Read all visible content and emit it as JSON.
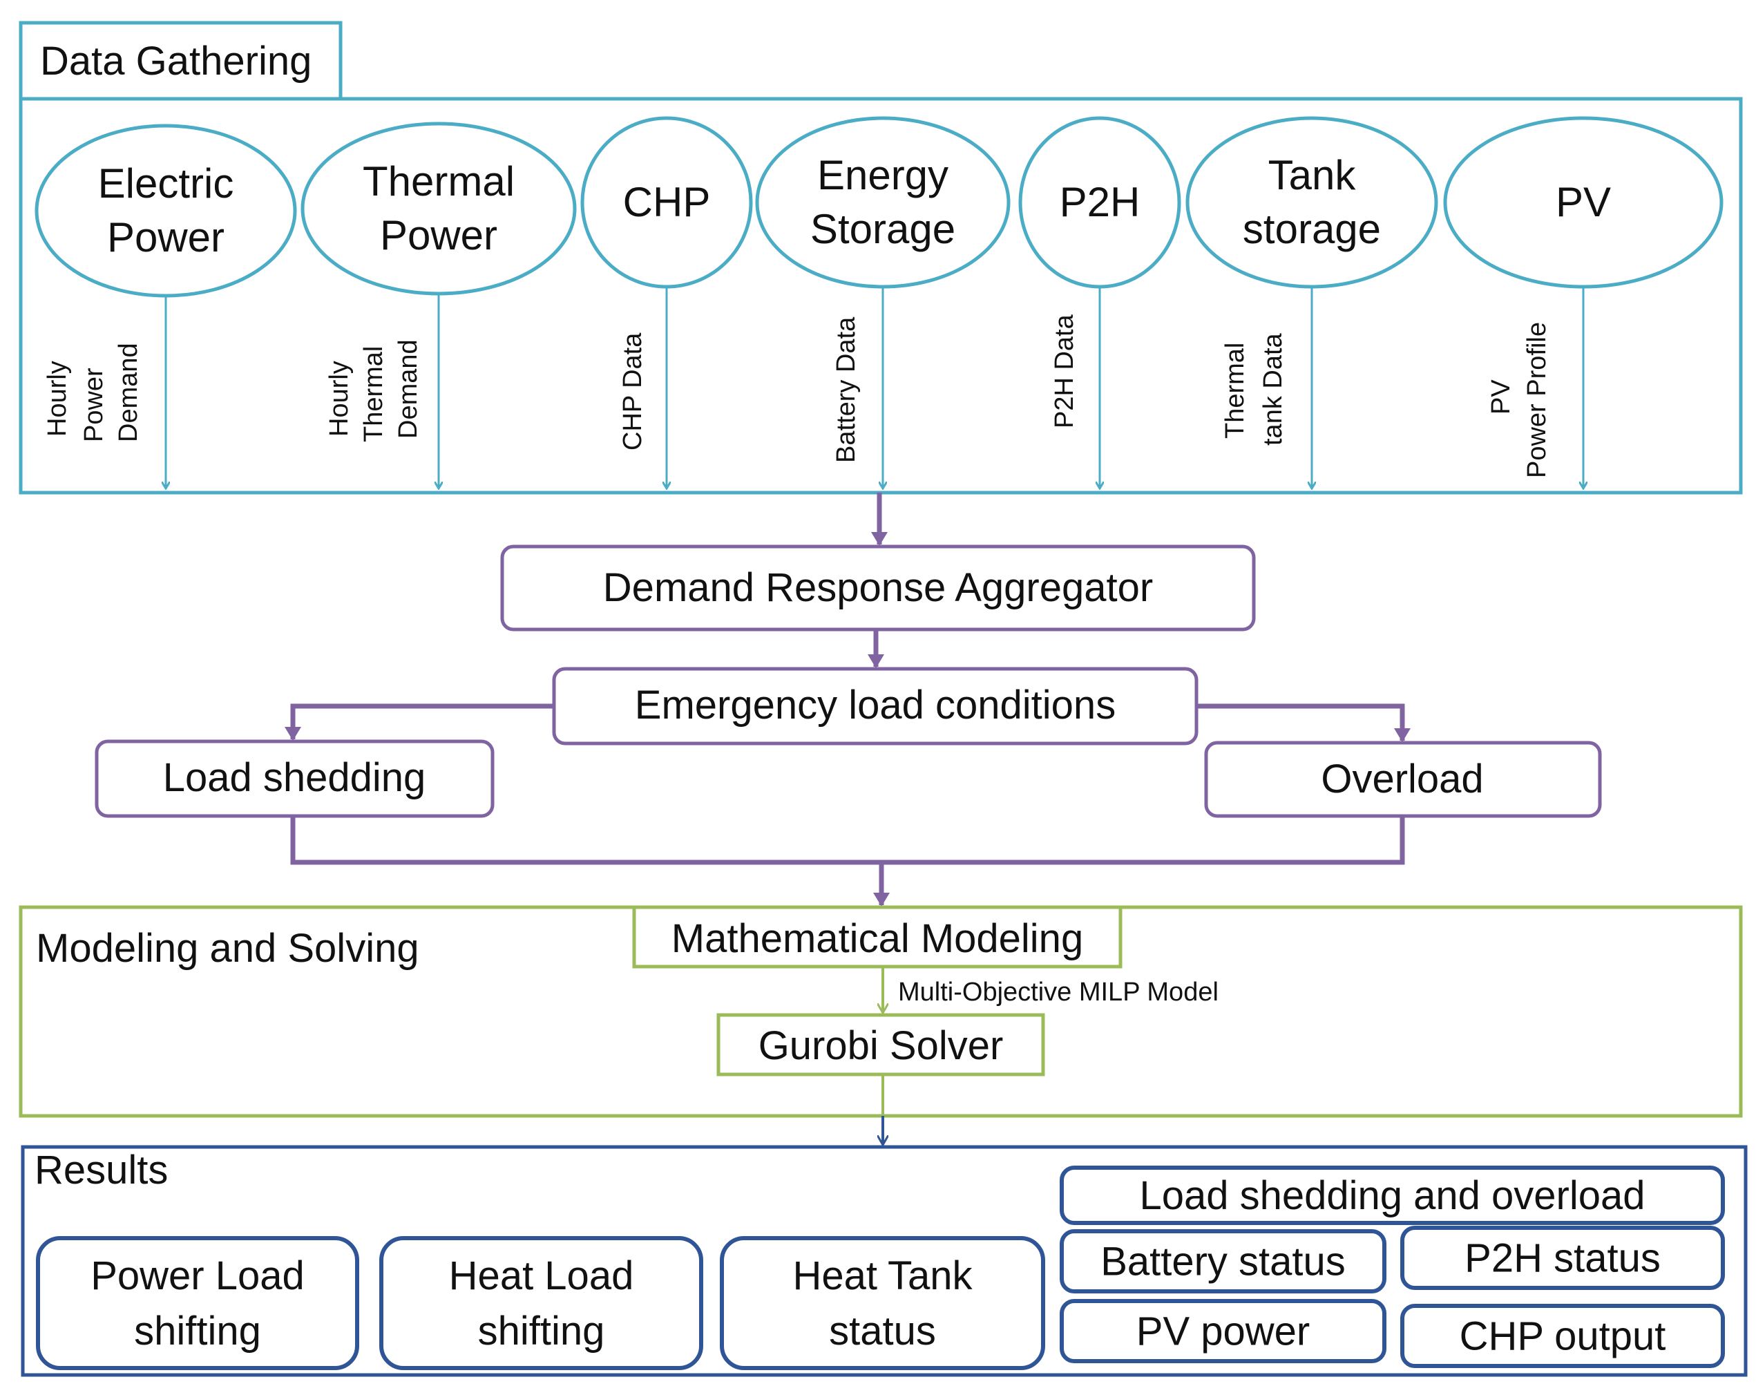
{
  "colors": {
    "data_gathering": "#4BACC6",
    "process": "#8064A2",
    "modeling": "#9BBB59",
    "results": "#2F5597",
    "text": "#111111"
  },
  "data_gathering": {
    "title": "Data Gathering",
    "sources": [
      {
        "lines": [
          "Electric",
          "Power"
        ],
        "data_lines": [
          "Hourly",
          "Power",
          "Demand"
        ]
      },
      {
        "lines": [
          "Thermal",
          "Power"
        ],
        "data_lines": [
          "Hourly",
          "Thermal",
          "Demand"
        ]
      },
      {
        "lines": [
          "CHP"
        ],
        "data_lines": [
          "CHP Data"
        ]
      },
      {
        "lines": [
          "Energy",
          "Storage"
        ],
        "data_lines": [
          "Battery Data"
        ]
      },
      {
        "lines": [
          "P2H"
        ],
        "data_lines": [
          "P2H Data"
        ]
      },
      {
        "lines": [
          "Tank",
          "storage"
        ],
        "data_lines": [
          "Thermal",
          "tank Data"
        ]
      },
      {
        "lines": [
          "PV"
        ],
        "data_lines": [
          "PV",
          "Power Profile"
        ]
      }
    ]
  },
  "aggregator": {
    "label": "Demand Response Aggregator"
  },
  "emergency": {
    "label": "Emergency load conditions"
  },
  "load_shedding": {
    "label": "Load shedding"
  },
  "overload": {
    "label": "Overload"
  },
  "modeling": {
    "title": "Modeling and Solving",
    "math_model": "Mathematical Modeling",
    "edge_label": "Multi-Objective MILP Model",
    "solver": "Gurobi Solver"
  },
  "results": {
    "title": "Results",
    "items": [
      {
        "lines": [
          "Power Load",
          "shifting"
        ]
      },
      {
        "lines": [
          "Heat Load",
          "shifting"
        ]
      },
      {
        "lines": [
          "Heat Tank",
          "status"
        ]
      },
      {
        "lines": [
          "Load shedding and overload"
        ]
      },
      {
        "lines": [
          "Battery status"
        ]
      },
      {
        "lines": [
          "P2H status"
        ]
      },
      {
        "lines": [
          "PV power"
        ]
      },
      {
        "lines": [
          "CHP output"
        ]
      }
    ]
  }
}
